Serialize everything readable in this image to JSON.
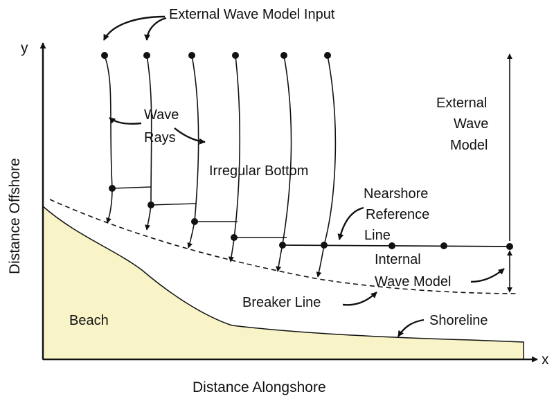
{
  "diagram": {
    "axes": {
      "y_symbol": "y",
      "x_symbol": "x",
      "x_label": "Distance Alongshore",
      "y_label": "Distance Offshore"
    },
    "labels": {
      "external_input": "External Wave Model Input",
      "wave_rays_1": "Wave",
      "wave_rays_2": "Rays",
      "irregular_bottom": "Irregular Bottom",
      "external_model_1": "External",
      "external_model_2": "Wave",
      "external_model_3": "Model",
      "nearshore_1": "Nearshore",
      "nearshore_2": "Reference",
      "nearshore_3": "Line",
      "internal_1": "Internal",
      "internal_2": "Wave Model",
      "breaker_line": "Breaker Line",
      "shoreline": "Shoreline",
      "beach": "Beach"
    },
    "colors": {
      "beach_fill": "#f8f4c8",
      "ink": "#111111"
    }
  }
}
